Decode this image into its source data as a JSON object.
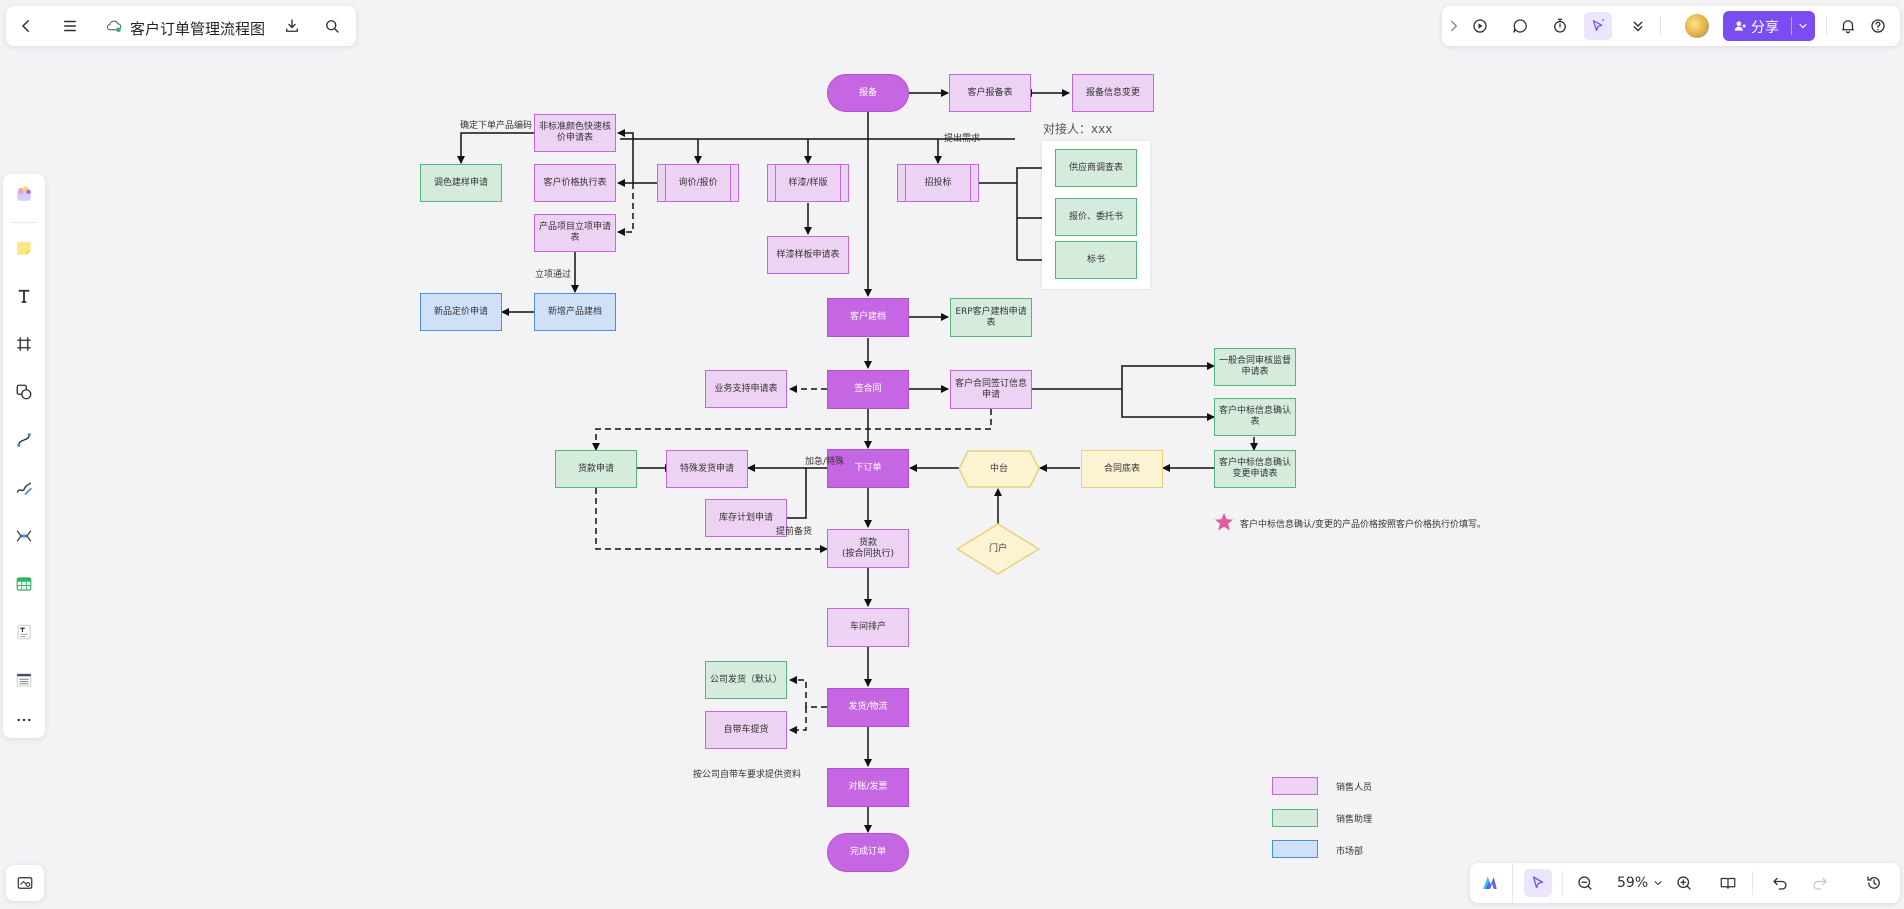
{
  "header": {
    "title": "客户订单管理流程图",
    "share_label": "分享"
  },
  "zoom": {
    "value": "59%"
  },
  "flowchart": {
    "nodes": {
      "baobei": "报备",
      "kehu_baobei_biao": "客户报备表",
      "baobei_xinxi_biangeng": "报备信息变更",
      "feibiao_zhunse": "非标准颜色快速核价申请表",
      "xunjia_baojia": "询价/报价",
      "yangpin": "样漆/样版",
      "zhaotoubiao": "招投标",
      "tiaose_jianyang": "调色建样申请",
      "kehu_jiage": "客户价格执行表",
      "gongyingshang": "供应商调查表",
      "baojia_weituo": "报价、委托书",
      "biaoshu": "标书",
      "chanpin_lixiang": "产品项目立项申请表",
      "yangqi_yangban_shenqing": "样漆样板申请表",
      "xinpin_dingjia": "新品定价申请",
      "xinzeng_chanpin": "新增产品建档",
      "kehu_jiandang": "客户建档",
      "erp_jiandang": "ERP客户建档申请表",
      "yewu_zhichi": "业务支持申请表",
      "qian_hetong": "签合同",
      "hetong_qianding": "客户合同签订信息申请",
      "yiban_hetong": "一般合同审核监督申请表",
      "zhongbiao_queren": "客户中标信息确认表",
      "zhongbiao_biangeng": "客户中标信息确认变更申请表",
      "kuankuan_shenqing": "货款申请",
      "teshu_fahuo": "特殊发货申请",
      "xia_dingdan": "下订单",
      "zhongtai": "中台",
      "hetong_diben": "合同底表",
      "kucun_jihua": "库存计划申请",
      "menhu": "门户",
      "huokuan": "货款\n(按合同执行)",
      "chejian_paichan": "车间排产",
      "gongsi_fahuo": "公司发货（默认）",
      "zidai_tiche": "自带车提货",
      "fahuo_wuliu": "发货/物流",
      "duizhang_fapiao": "对账/发票",
      "wancheng_dingdan": "完成订单"
    },
    "labels": {
      "queding_chanpin": "确定下单产品编码",
      "tichu_xuqiu": "提出需求",
      "lixiang_tongguo": "立项通过",
      "jiaji_teshu": "加急/特殊",
      "tiqian_beihuo": "提前备货",
      "an_gongsi": "按公司自带车要求提供资料",
      "contact": "对接人：xxx",
      "note": "客户中标信息确认/变更的产品价格按照客户价格执行价填写。"
    },
    "legend": [
      {
        "label": "销售人员",
        "color": "#ecd2f3",
        "border": "#c267de"
      },
      {
        "label": "销售助理",
        "color": "#d5ecdc",
        "border": "#55b57b"
      },
      {
        "label": "市场部",
        "color": "#cfe1f8",
        "border": "#4a8fdb"
      }
    ]
  },
  "icons": {
    "back": "chevron-left-icon",
    "menu": "hamburger-icon",
    "cloud": "cloud-sync-icon",
    "download": "download-icon",
    "search": "search-icon"
  }
}
